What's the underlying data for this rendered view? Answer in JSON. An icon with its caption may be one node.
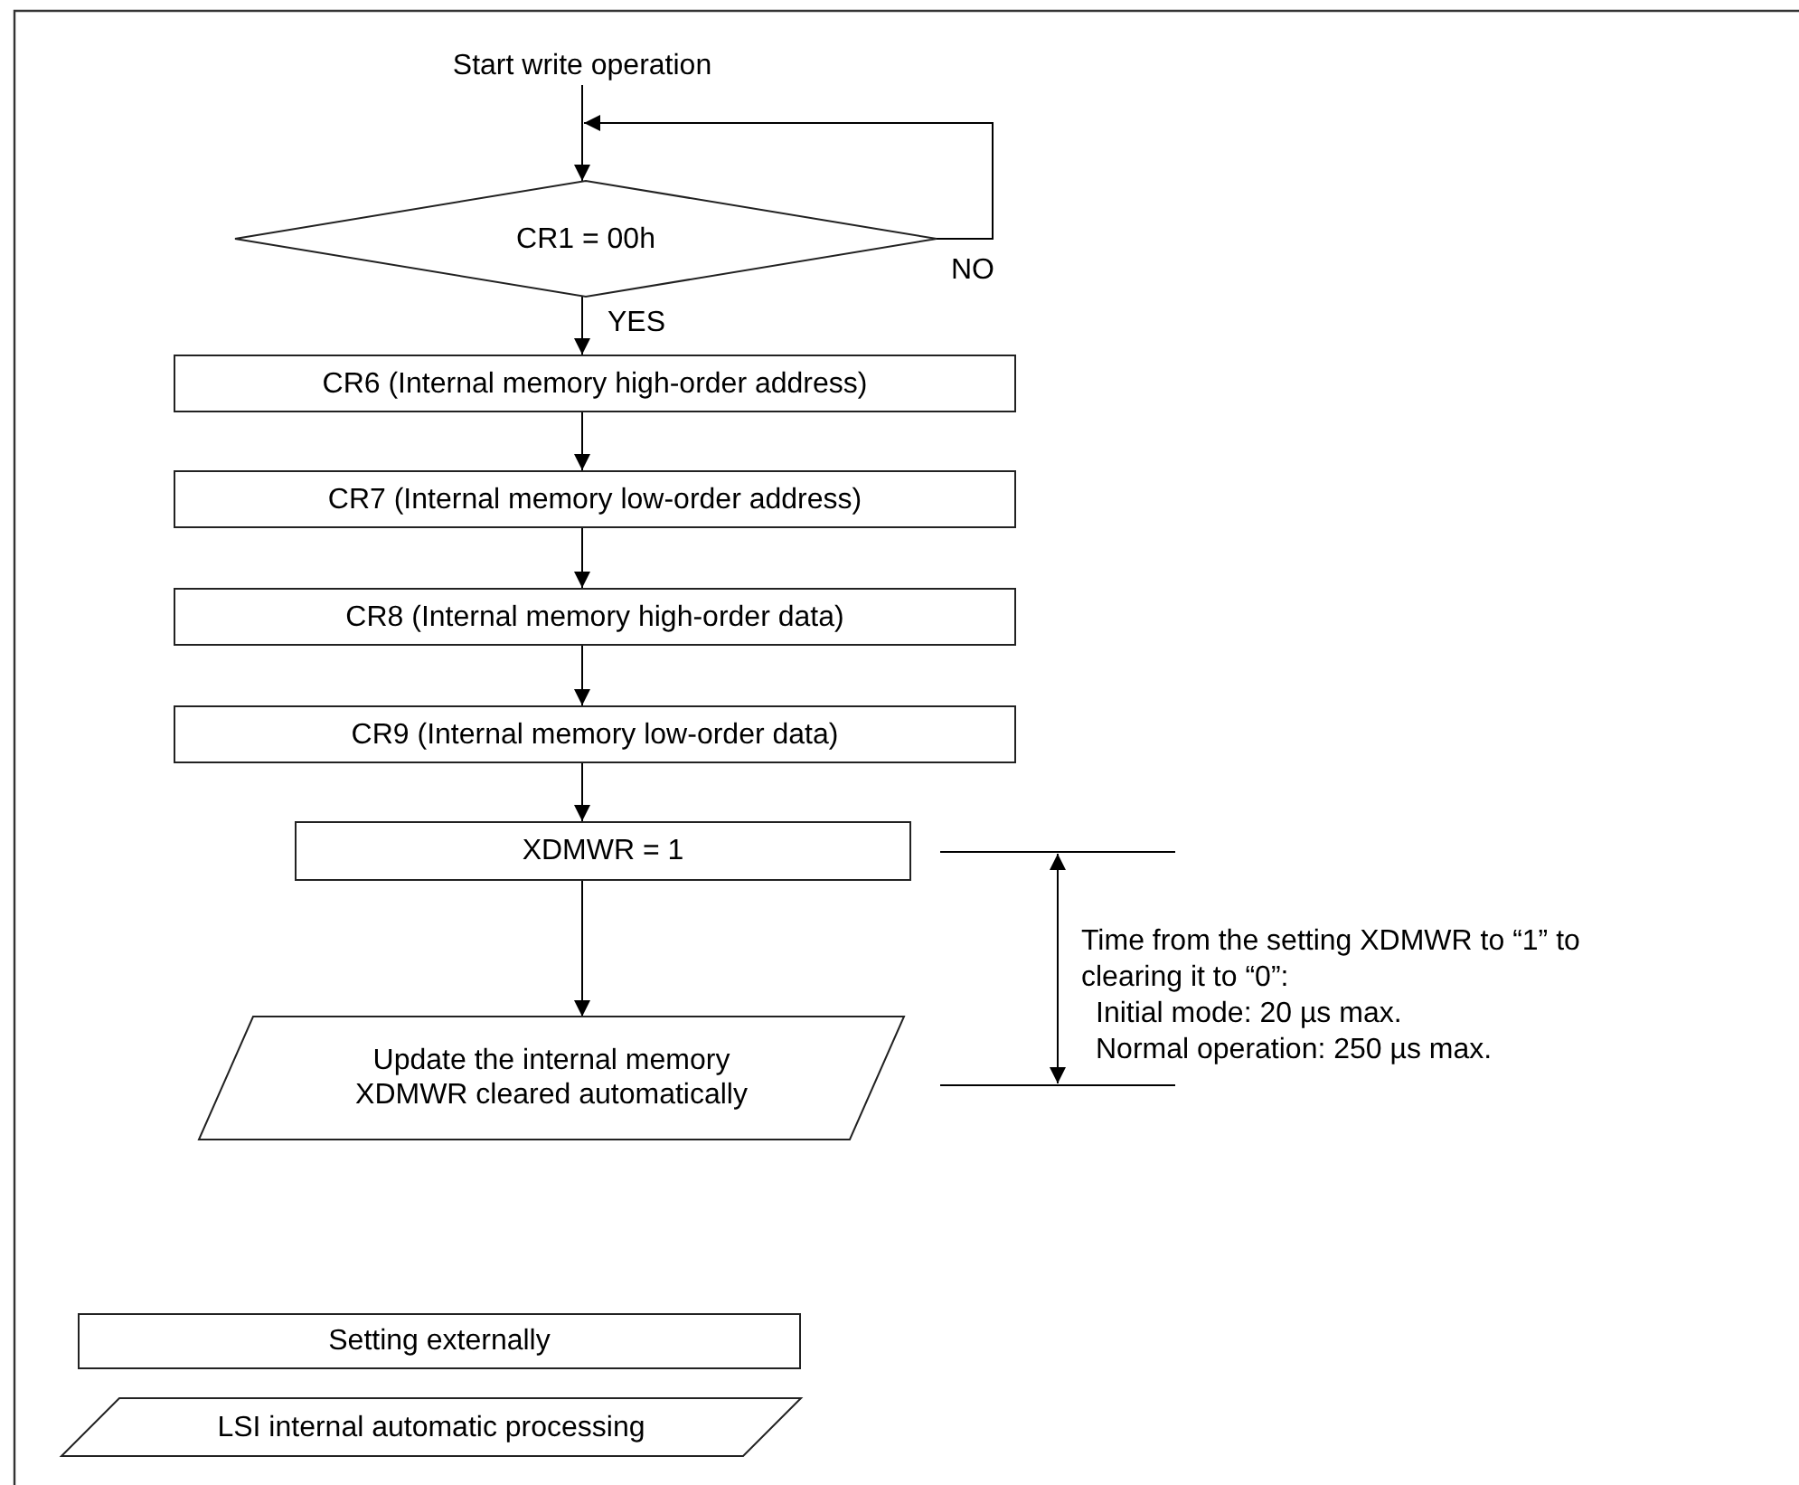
{
  "diagram": {
    "nodes": [
      {
        "text": [
          "Start write operation"
        ]
      },
      {
        "text": [
          "CR1 = 00h"
        ]
      },
      {
        "text": [
          "CR6 (Internal memory high-order address)"
        ]
      },
      {
        "text": [
          "CR7 (Internal memory low-order address)"
        ]
      },
      {
        "text": [
          "CR8 (Internal memory high-order data)"
        ]
      },
      {
        "text": [
          "CR9 (Internal memory low-order data)"
        ]
      },
      {
        "text": [
          "XDMWR = 1"
        ]
      },
      {
        "text": [
          "Update the internal memory",
          "XDMWR cleared automatically"
        ]
      }
    ],
    "edges": [
      {
        "from": 0,
        "to": 1,
        "arrow": "to"
      },
      {
        "from": 1,
        "to": 1,
        "arrow": "to",
        "label": "NO"
      },
      {
        "from": 1,
        "to": 2,
        "arrow": "to",
        "label": "YES"
      },
      {
        "from": 2,
        "to": 3,
        "arrow": "to"
      },
      {
        "from": 3,
        "to": 4,
        "arrow": "to"
      },
      {
        "from": 4,
        "to": 5,
        "arrow": "to"
      },
      {
        "from": 5,
        "to": 6,
        "arrow": "to"
      },
      {
        "from": 6,
        "to": 7,
        "arrow": "to"
      }
    ],
    "labels": [
      "Time from the setting XDMWR to “1” to clearing it to “0”:",
      "Initial mode: 20 µs max.",
      "Normal operation: 250 µs max."
    ],
    "legend": [
      {
        "text": "Setting externally"
      },
      {
        "text": "LSI internal automatic processing"
      }
    ]
  }
}
